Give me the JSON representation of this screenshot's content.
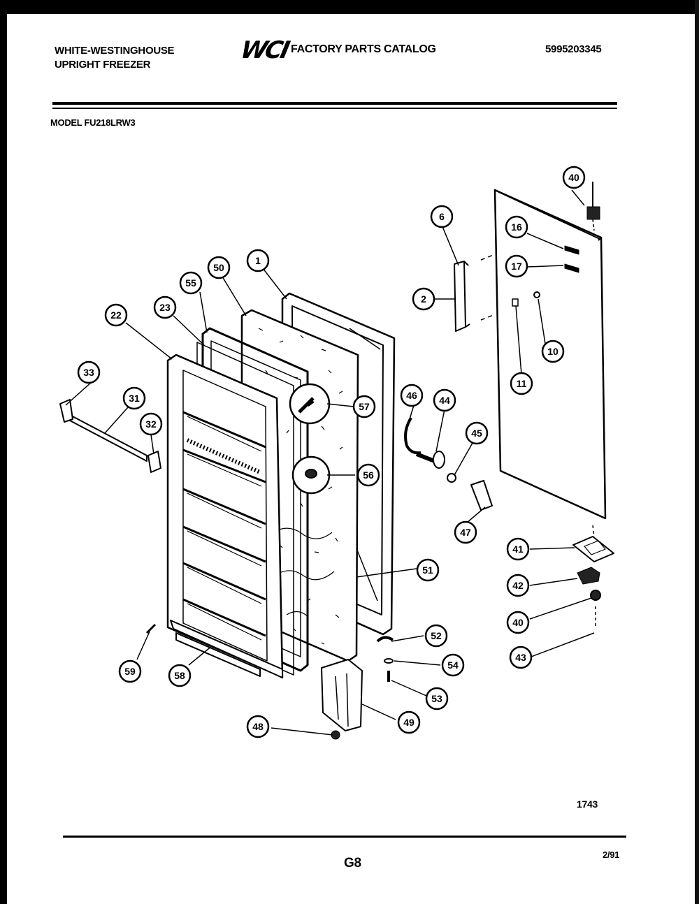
{
  "header": {
    "brand_line1": "WHITE-WESTINGHOUSE",
    "brand_line2": "UPRIGHT FREEZER",
    "logo_text": "WCI",
    "catalog_title": "FACTORY PARTS CATALOG",
    "catalog_number": "5995203345"
  },
  "model_label": "MODEL FU218LRW3",
  "part_labels": [
    "40",
    "16",
    "17",
    "6",
    "2",
    "10",
    "11",
    "1",
    "50",
    "55",
    "23",
    "22",
    "33",
    "31",
    "32",
    "57",
    "46",
    "44",
    "45",
    "56",
    "47",
    "41",
    "42",
    "40",
    "43",
    "51",
    "52",
    "54",
    "53",
    "49",
    "48",
    "59",
    "58"
  ],
  "footer": {
    "drawing_number": "1743",
    "page_code": "G8",
    "date": "2/91"
  }
}
